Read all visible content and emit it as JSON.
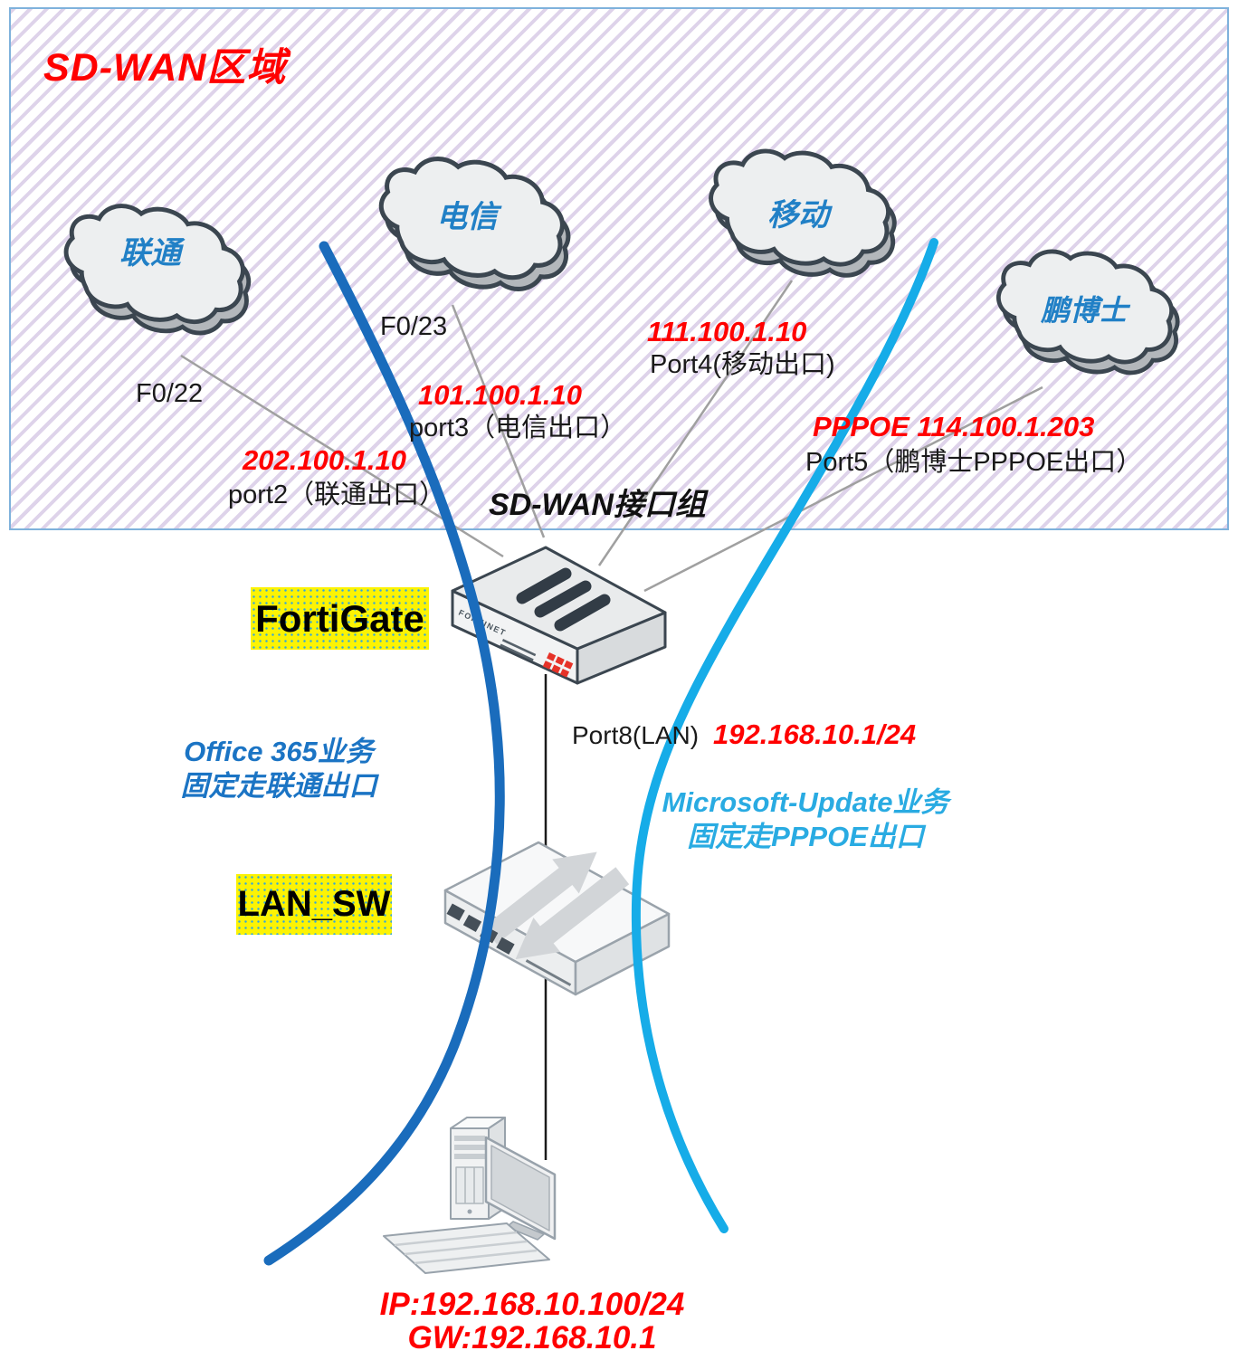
{
  "region": {
    "title": "SD-WAN区域",
    "interface_group": "SD-WAN接口组"
  },
  "clouds": {
    "unicom": "联通",
    "telecom": "电信",
    "mobile": "移动",
    "drpeng": "鹏博士"
  },
  "uplinks": {
    "unicom_if": "F0/22",
    "telecom_if": "F0/23"
  },
  "wan_ports": {
    "port2": {
      "ip": "202.100.1.10",
      "label": "port2（联通出口）"
    },
    "port3": {
      "ip": "101.100.1.10",
      "label": "port3（电信出口）"
    },
    "port4": {
      "ip": "111.100.1.10",
      "label": "Port4(移动出口)"
    },
    "port5": {
      "ip": "PPPOE 114.100.1.203",
      "label": "Port5（鹏博士PPPOE出口）"
    }
  },
  "lan_port": {
    "label": "Port8(LAN)",
    "ip": "192.168.10.1/24"
  },
  "devices": {
    "firewall": "FortiGate",
    "firewall_brand": "FORTINET",
    "switch": "LAN_SW"
  },
  "policies": {
    "office365": {
      "line1": "Office 365业务",
      "line2": "固定走联通出口"
    },
    "ms_update": {
      "line1": "Microsoft-Update业务",
      "line2": "固定走PPPOE出口"
    }
  },
  "pc": {
    "ip": "IP:192.168.10.100/24",
    "gw": "GW:192.168.10.1"
  },
  "colors": {
    "red_text": "#ff0000",
    "cloud_label_blue": "#2180c6",
    "office_blue": "#1b74c4",
    "update_cyan": "#29abe2",
    "curve_dark_blue": "#1a6cbc",
    "curve_light_blue": "#16ace8",
    "highlight_yellow": "#fcf303",
    "zone_border": "#7fb2dc",
    "hatch_stripe": "#ded3ea"
  }
}
